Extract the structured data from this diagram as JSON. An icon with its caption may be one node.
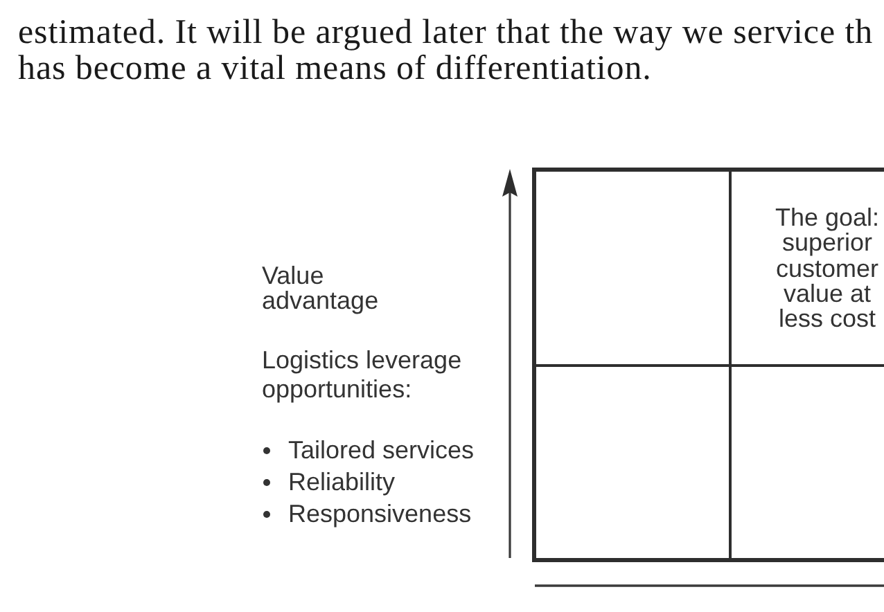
{
  "diagram": {
    "nodes": [
      {
        "text": [],
        "shape": "box"
      },
      {
        "text": [
          "The goal: superior customer value at less cost"
        ]
      },
      {
        "text": [],
        "shape": "box"
      },
      {
        "text": [],
        "shape": "box"
      }
    ],
    "labels": [
      "estimated. It will be argued later that the way we service th has become a vital means of differentiation.",
      "Value advantage",
      "Logistics leverage opportunities:",
      "Tailored services",
      "Reliability",
      "Responsiveness"
    ]
  }
}
